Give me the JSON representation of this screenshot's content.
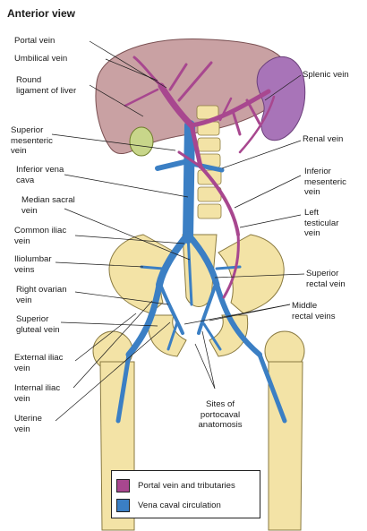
{
  "title": "Anterior view",
  "colors": {
    "portal": "#a8478f",
    "caval": "#3b7fc4",
    "bone": "#f3e3a6",
    "liver": "#c9a1a3",
    "spleen": "#a874b8"
  },
  "labels": {
    "portal_vein": "Portal vein",
    "umbilical_vein": "Umbilical vein",
    "round_ligament": "Round\nligament of liver",
    "superior_mesenteric": "Superior\nmesenteric\nvein",
    "inferior_vena_cava": "Inferior vena\ncava",
    "median_sacral": "Median sacral\nvein",
    "common_iliac": "Common iliac\nvein",
    "iliolumbar": "Iliolumbar\nveins",
    "right_ovarian": "Right ovarian\nvein",
    "superior_gluteal": "Superior\ngluteal vein",
    "external_iliac": "External iliac\nvein",
    "internal_iliac": "Internal iliac\nvein",
    "uterine": "Uterine\nvein",
    "splenic": "Splenic vein",
    "renal": "Renal vein",
    "inferior_mesenteric": "Inferior\nmesenteric\nvein",
    "left_testicular": "Left\ntesticular\nvein",
    "superior_rectal": "Superior\nrectal vein",
    "middle_rectal": "Middle\nrectal veins",
    "sites_portocaval": "Sites of\nportocaval\nanatomosis"
  },
  "legend": [
    {
      "label": "Portal vein and tributaries",
      "color": "#a8478f"
    },
    {
      "label": "Vena caval circulation",
      "color": "#3b7fc4"
    }
  ]
}
